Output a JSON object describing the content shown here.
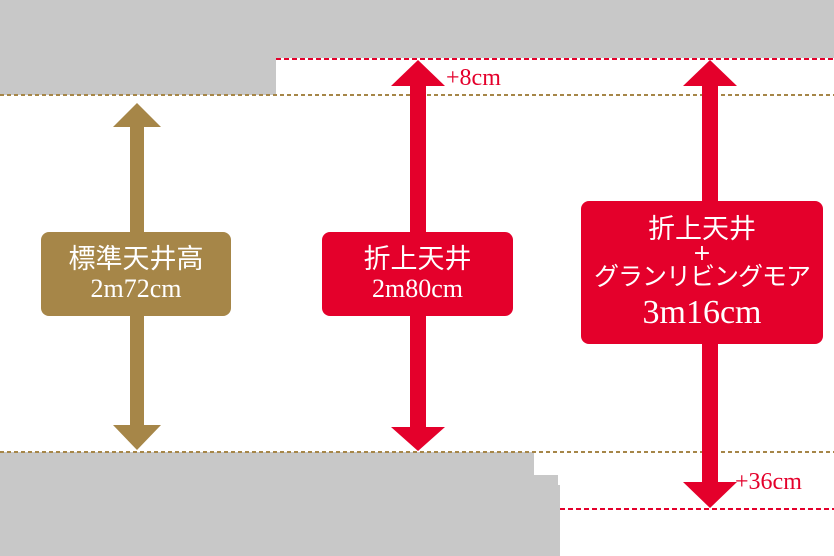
{
  "colors": {
    "concrete": "#c8c8c8",
    "standard": "#a68648",
    "raised": "#e4002b",
    "guide_line": "#a68648",
    "highlight_line": "#e4002b"
  },
  "standard": {
    "label": "標準天井高",
    "height": "2m72cm"
  },
  "raised": {
    "label": "折上天井",
    "height": "2m80cm",
    "delta": "+8cm"
  },
  "grand": {
    "label_top": "折上天井",
    "plus": "+",
    "label_bottom": "グランリビングモア",
    "height": "3m16cm",
    "delta": "+36cm"
  }
}
